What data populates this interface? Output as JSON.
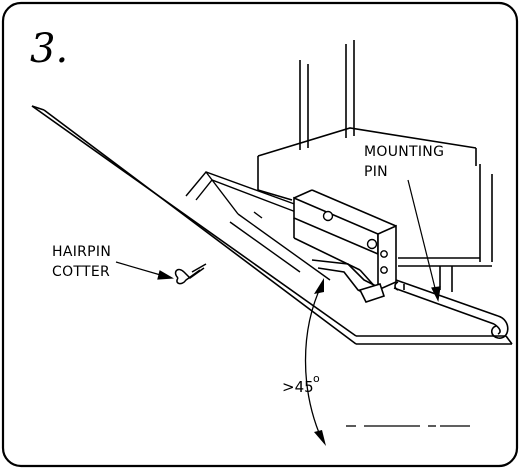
{
  "step_number": "3.",
  "labels": {
    "hairpin_line1": "HAIRPIN",
    "hairpin_line2": "COTTER",
    "mounting_line1": "MOUNTING",
    "mounting_line2": "PIN",
    "angle": ">45",
    "angle_unit": "o"
  },
  "colors": {
    "ink": "#000000",
    "paper": "#ffffff"
  }
}
